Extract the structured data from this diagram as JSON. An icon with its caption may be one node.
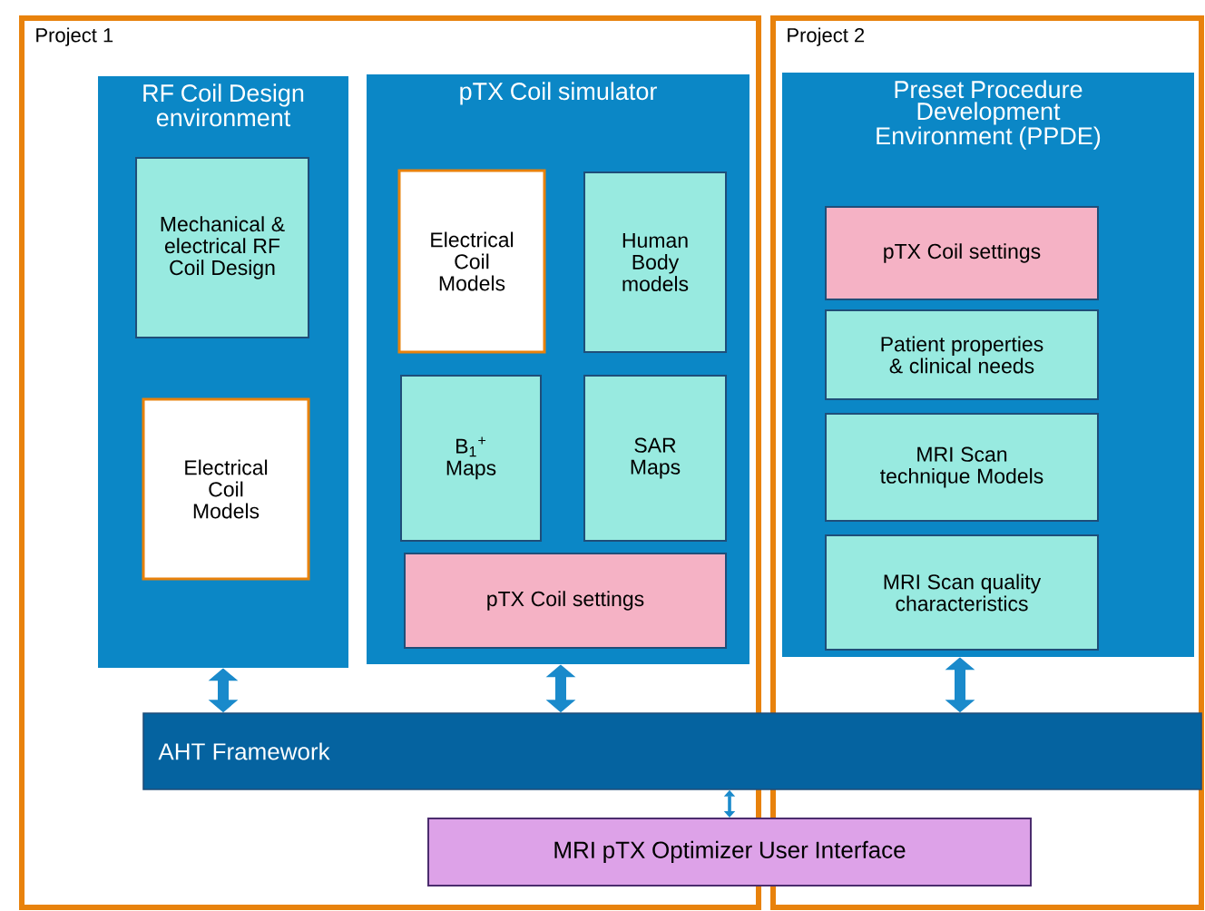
{
  "diagram": {
    "nodes": [
      {
        "text": [
          "Project 1"
        ]
      },
      {
        "text": [
          "Project 2"
        ]
      },
      {
        "text": [
          "RF Coil Design environment"
        ],
        "in": 0
      },
      {
        "text": [
          "Mechanical & electrical RF Coil Design"
        ],
        "in": 2
      },
      {
        "text": [
          "Electrical Coil Models"
        ],
        "in": 2
      },
      {
        "text": [
          "pTX Coil simulator"
        ],
        "in": 0
      },
      {
        "text": [
          "Electrical Coil Models"
        ],
        "in": 5
      },
      {
        "text": [
          "Human Body models"
        ],
        "in": 5
      },
      {
        "text": [
          "B$_{1}$$^{+}$ Maps"
        ],
        "in": 5
      },
      {
        "text": [
          "SAR Maps"
        ],
        "in": 5
      },
      {
        "text": [
          "pTX Coil settings"
        ],
        "in": 5
      },
      {
        "text": [
          "Preset Procedure Development Environment (PPDE)"
        ],
        "in": 1
      },
      {
        "text": [
          "pTX Coil settings"
        ],
        "in": 11
      },
      {
        "text": [
          "Patient properties & clinical needs"
        ],
        "in": 11
      },
      {
        "text": [
          "MRI Scan technique Models"
        ],
        "in": 11
      },
      {
        "text": [
          "MRI Scan quality characteristics"
        ],
        "in": 11
      },
      {
        "text": [
          "AHT Framework"
        ]
      },
      {
        "text": [
          "MRI pTX Optimizer User Interface"
        ]
      }
    ],
    "edges": [
      {
        "from": 2,
        "to": 16,
        "arrow": "both"
      },
      {
        "from": 5,
        "to": 16,
        "arrow": "both"
      },
      {
        "from": 11,
        "to": 16,
        "arrow": "both"
      },
      {
        "from": 16,
        "to": 17,
        "arrow": "both"
      }
    ]
  }
}
